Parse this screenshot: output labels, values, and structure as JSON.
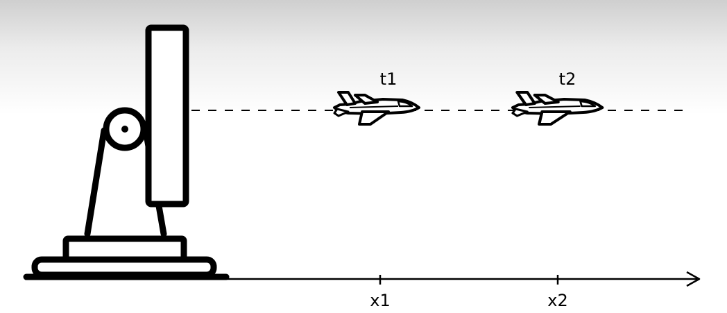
{
  "diagram": {
    "aircraft": [
      {
        "time_label": "t1",
        "position_label": "x1"
      },
      {
        "time_label": "t2",
        "position_label": "x2"
      }
    ],
    "icons": {
      "sensor": "radar-sensor-icon",
      "aircraft": "airplane-icon"
    },
    "colors": {
      "stroke": "#000000",
      "background_top": "#cfcfcf",
      "background_bottom": "#ffffff"
    }
  }
}
